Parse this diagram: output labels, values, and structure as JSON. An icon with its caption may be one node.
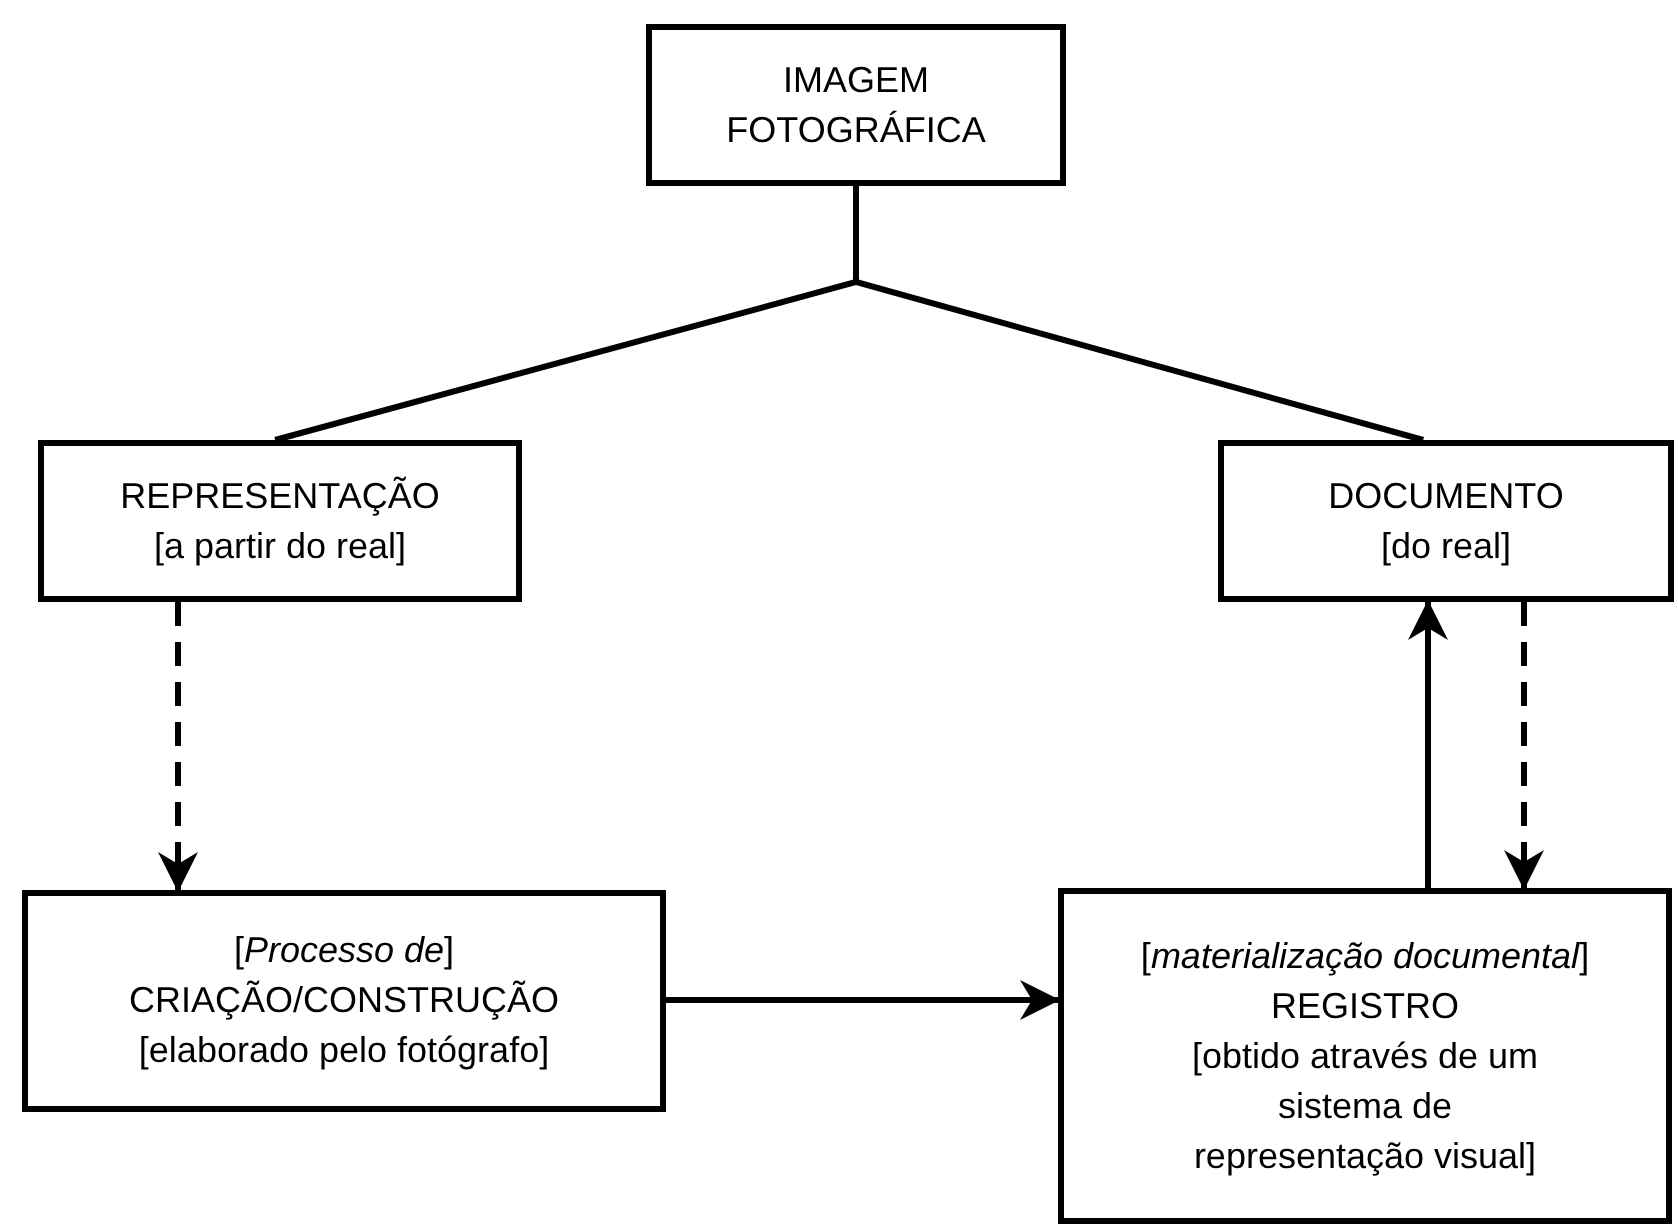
{
  "diagram": {
    "nodes": [
      {
        "text": [
          "IMAGEM FOTOGRÁFICA"
        ]
      },
      {
        "text": [
          "REPRESENTAÇÃO",
          "[a partir do real]"
        ]
      },
      {
        "text": [
          "DOCUMENTO",
          "[do real]"
        ]
      },
      {
        "text": [
          "[*Processo de*]",
          "CRIAÇÃO/CONSTRUÇÃO",
          "[elaborado pelo fotógrafo]"
        ]
      },
      {
        "text": [
          "[*materialização documental*]",
          "REGISTRO",
          "[obtido através de um sistema de representação visual]"
        ]
      }
    ],
    "edges": [
      {
        "from": 0,
        "to": 1,
        "arrow": "none"
      },
      {
        "from": 0,
        "to": 2,
        "arrow": "none"
      },
      {
        "from": 1,
        "to": 3,
        "arrow": "to",
        "style": "dashed"
      },
      {
        "from": 4,
        "to": 2,
        "arrow": "to"
      },
      {
        "from": 2,
        "to": 4,
        "arrow": "to",
        "style": "dashed"
      },
      {
        "from": 3,
        "to": 4,
        "arrow": "to"
      }
    ]
  }
}
